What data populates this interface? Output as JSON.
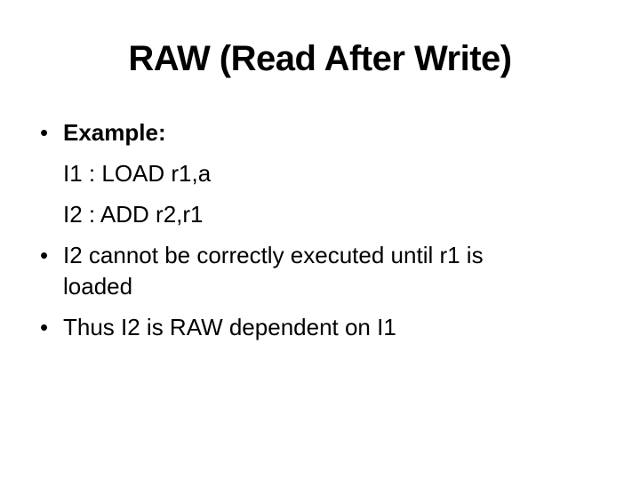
{
  "slide": {
    "title": "RAW (Read After Write)",
    "bullet_glyph": "•",
    "bullets": [
      {
        "bullet": true,
        "bold": true,
        "lines": [
          "Example:"
        ]
      },
      {
        "bullet": false,
        "bold": false,
        "lines": [
          "I1 : LOAD r1,a"
        ]
      },
      {
        "bullet": false,
        "bold": false,
        "lines": [
          "I2 : ADD r2,r1"
        ]
      },
      {
        "bullet": true,
        "bold": false,
        "lines": [
          "I2 cannot be correctly executed until r1 is",
          "loaded"
        ]
      },
      {
        "bullet": true,
        "bold": false,
        "lines": [
          "Thus I2 is RAW dependent on I1"
        ]
      }
    ],
    "colors": {
      "background": "#ffffff",
      "text": "#000000"
    }
  }
}
